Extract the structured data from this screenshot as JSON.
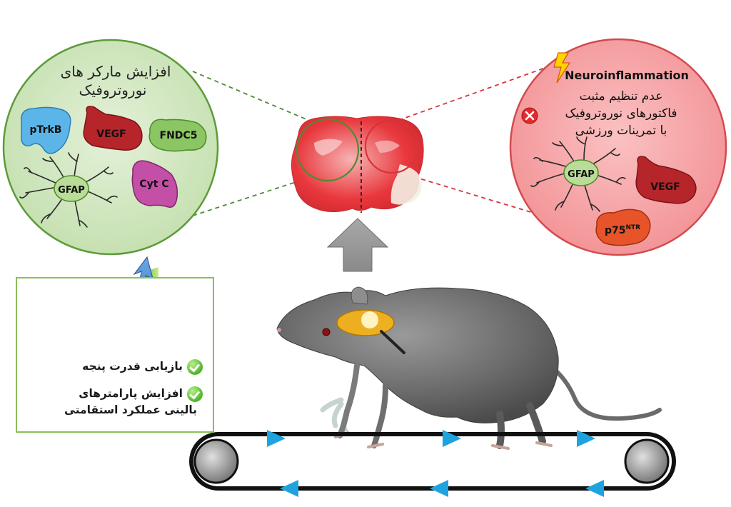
{
  "left_panel": {
    "title_line1": "افزایش مارکر های",
    "title_line2": "نوروتروفیک",
    "markers": [
      "pTrkB",
      "VEGF",
      "FNDC5",
      "Cyt C",
      "GFAP"
    ]
  },
  "right_panel": {
    "title": "Neuroinflammation",
    "line1": "عدم تنظیم مثبت",
    "line2": "فاکتورهای نوروتروفیک",
    "line3": "با تمرینات ورزشی",
    "markers": [
      "GFAP",
      "VEGF",
      "p75"
    ],
    "p75_superscript": "NTR"
  },
  "outcomes": [
    {
      "line1": "بازیابی قدرت پنجه",
      "line2": ""
    },
    {
      "line1": "افزایش پارامترهای",
      "line2": "بالینی عملکرد استقامتی"
    }
  ],
  "colors": {
    "green_panel": "#cfe6bc",
    "green_border": "#5c9b3a",
    "red_panel": "#f5a3a6",
    "red_border": "#d24a4e",
    "vegf": "#b5252a",
    "ptrkb": "#5bb5e8",
    "fndc5": "#8cc563",
    "cytc": "#c44fa6",
    "p75": "#e8542a",
    "treadmill_arrow": "#1ea3e0"
  }
}
